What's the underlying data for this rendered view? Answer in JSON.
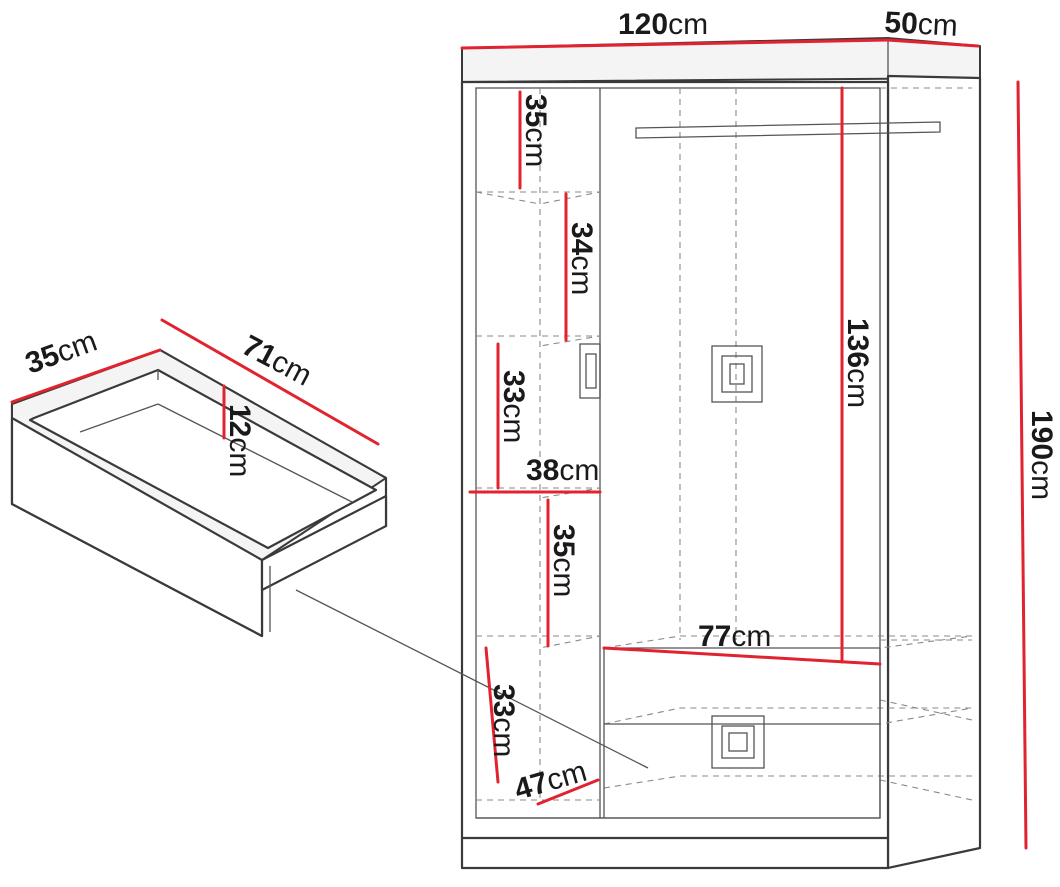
{
  "colors": {
    "dimension_line": "#e0232e",
    "outline": "#3a3a3a",
    "background": "#ffffff"
  },
  "wardrobe": {
    "width": {
      "value": "120",
      "unit": "cm"
    },
    "depth": {
      "value": "50",
      "unit": "cm"
    },
    "height": {
      "value": "190",
      "unit": "cm"
    },
    "hanging_height": {
      "value": "136",
      "unit": "cm"
    },
    "inner_width": {
      "value": "77",
      "unit": "cm"
    },
    "shelves": [
      {
        "value": "35",
        "unit": "cm"
      },
      {
        "value": "34",
        "unit": "cm"
      },
      {
        "value": "33",
        "unit": "cm"
      },
      {
        "value": "35",
        "unit": "cm"
      },
      {
        "value": "33",
        "unit": "cm"
      }
    ],
    "shelf_width": {
      "value": "38",
      "unit": "cm"
    },
    "shelf_depth": {
      "value": "47",
      "unit": "cm"
    }
  },
  "drawer": {
    "width": {
      "value": "35",
      "unit": "cm"
    },
    "length": {
      "value": "71",
      "unit": "cm"
    },
    "height": {
      "value": "12",
      "unit": "cm"
    }
  }
}
